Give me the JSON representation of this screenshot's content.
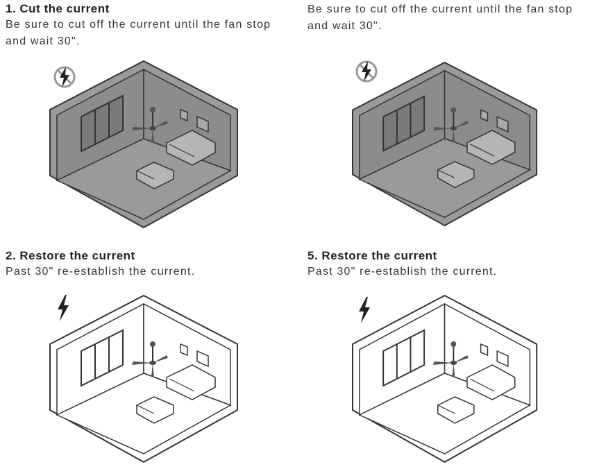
{
  "steps": [
    {
      "title": "1. Cut the current",
      "desc_line1": "Be sure to cut off the current until the fan stop",
      "desc_line2": "and wait 30\".",
      "state": "off"
    },
    {
      "title": "",
      "desc_line1": "Be sure to cut off the current until the fan stop",
      "desc_line2": "and wait 30\".",
      "state": "off"
    },
    {
      "title": "2. Restore the current",
      "desc_line1": "Past 30\" re-establish the current.",
      "desc_line2": "",
      "state": "on"
    },
    {
      "title": "5. Restore the current",
      "desc_line1": "Past 30\" re-establish the current.",
      "desc_line2": "",
      "state": "on"
    }
  ],
  "colors": {
    "off_fill": "#9a9a9a",
    "off_wall": "#8c8c8c",
    "on_fill": "#ffffff",
    "stroke": "#333333"
  },
  "icons": {
    "power_off": "no-power-icon",
    "power_on": "lightning-icon"
  }
}
